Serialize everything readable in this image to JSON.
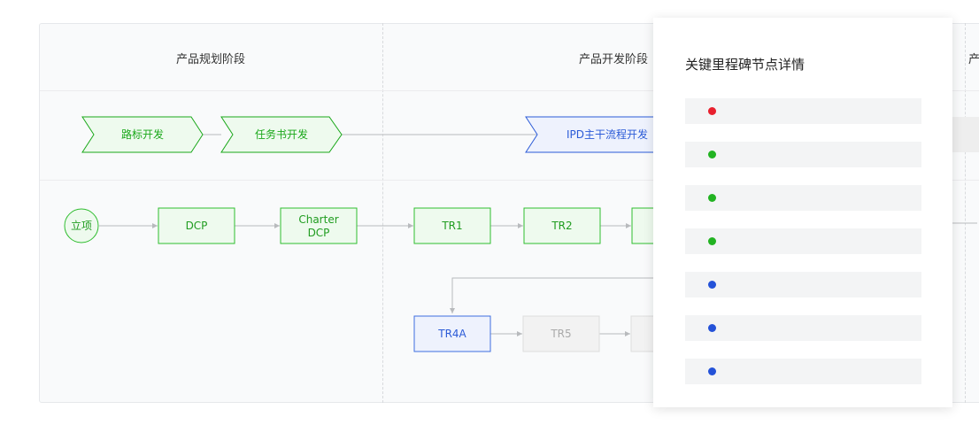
{
  "stages": [
    {
      "title": "产品规划阶段"
    },
    {
      "title": "产品开发阶段"
    },
    {
      "title": "产品"
    }
  ],
  "phase_flows": [
    {
      "label": "路标开发",
      "color": "#1aa81a",
      "fill": "#eefaee"
    },
    {
      "label": "任务书开发",
      "color": "#1aa81a",
      "fill": "#eefaee"
    },
    {
      "label": "IPD主干流程开发",
      "color": "#2b5bd7",
      "fill": "#eef2fd"
    }
  ],
  "milestones": {
    "start": {
      "label": "立项"
    },
    "main": [
      {
        "label": "DCP",
        "status": "done"
      },
      {
        "label": "Charter DCP",
        "lines": [
          "Charter",
          "DCP"
        ],
        "status": "done"
      },
      {
        "label": "TR1",
        "status": "done"
      },
      {
        "label": "TR2",
        "status": "done"
      },
      {
        "label": "",
        "status": "done"
      }
    ],
    "branch": [
      {
        "label": "TR4A",
        "status": "active"
      },
      {
        "label": "TR5",
        "status": "pending"
      },
      {
        "label": "",
        "status": "pending"
      }
    ]
  },
  "status_colors": {
    "done_stroke": "#2fbd2f",
    "done_fill": "#eefaee",
    "done_text": "#1f9c1f",
    "active_stroke": "#3f6fe0",
    "active_fill": "#eef2fd",
    "active_text": "#2b5bd7",
    "pending_stroke": "#dddddd",
    "pending_fill": "#f2f2f2",
    "pending_text": "#aaaaaa",
    "connector": "#b8babd"
  },
  "detail_panel": {
    "title": "关键里程碑节点详情",
    "rows": [
      {
        "color": "#e8202e"
      },
      {
        "color": "#22b322"
      },
      {
        "color": "#22b322"
      },
      {
        "color": "#22b322"
      },
      {
        "color": "#2452d8"
      },
      {
        "color": "#2452d8"
      },
      {
        "color": "#2452d8"
      }
    ]
  }
}
